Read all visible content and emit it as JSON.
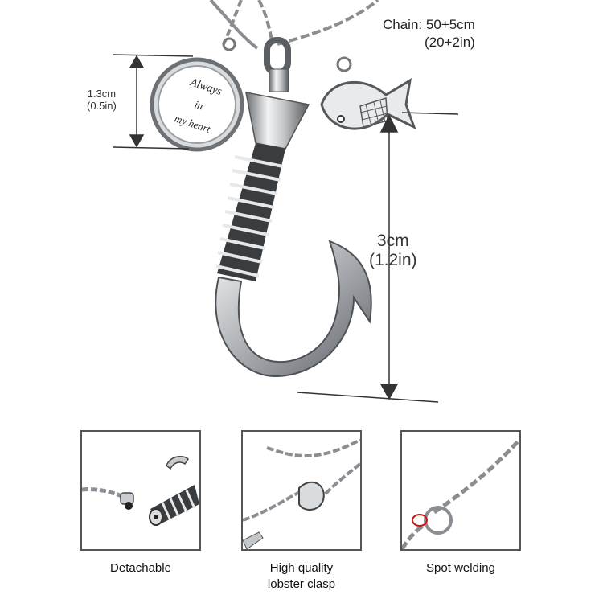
{
  "chain": {
    "line1": "Chain: 50+5cm",
    "line2": "(20+2in)"
  },
  "charm_text": {
    "line1": "Always",
    "line2": "in",
    "line3": "my heart"
  },
  "dimension_small": {
    "line1": "1.3cm",
    "line2": "(0.5in)"
  },
  "dimension_large": {
    "line1": "3cm",
    "line2": "(1.2in)"
  },
  "features": [
    {
      "label": "Detachable"
    },
    {
      "label": "High quality",
      "label2": "lobster clasp"
    },
    {
      "label": "Spot welding"
    }
  ],
  "colors": {
    "metal": "#b8bcc0",
    "metal_dark": "#5a5e62",
    "highlight": "#ffffff",
    "weld_mark": "#cc1111"
  }
}
